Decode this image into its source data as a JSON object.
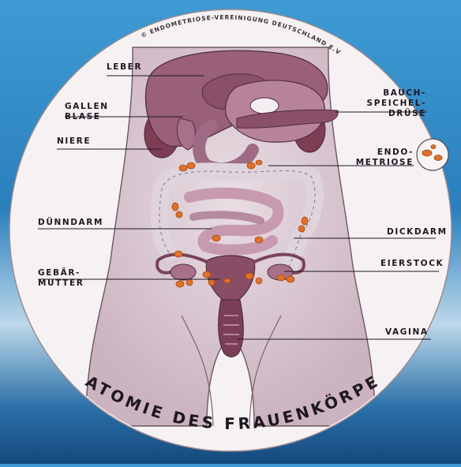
{
  "copyright": "© ENDOMETRIOSE-VEREINIGUNG DEUTSCHLAND E.V.",
  "title": "ANATOMIE DES FRAUENKÖRPERS",
  "labels": {
    "leber": "LEBER",
    "gallenblase_1": "GALLEN",
    "gallenblase_2": "BLASE",
    "niere": "NIERE",
    "duenndarm": "DÜNNDARM",
    "gebaermutter_1": "GEBÄR-",
    "gebaermutter_2": "MUTTER",
    "bauchspeicheldruese_1": "BAUCH-",
    "bauchspeicheldruese_2": "SPEICHEL-",
    "bauchspeicheldruese_3": "DRÜSE",
    "endometriose_1": "ENDO-",
    "endometriose_2": "METRIOSE",
    "dickdarm": "DICKDARM",
    "eierstock": "EIERSTOCK",
    "vagina": "VAGINA"
  },
  "colors": {
    "lesion": "#e0702a",
    "organ": "#8a5066",
    "skin": "#f3eef0"
  }
}
